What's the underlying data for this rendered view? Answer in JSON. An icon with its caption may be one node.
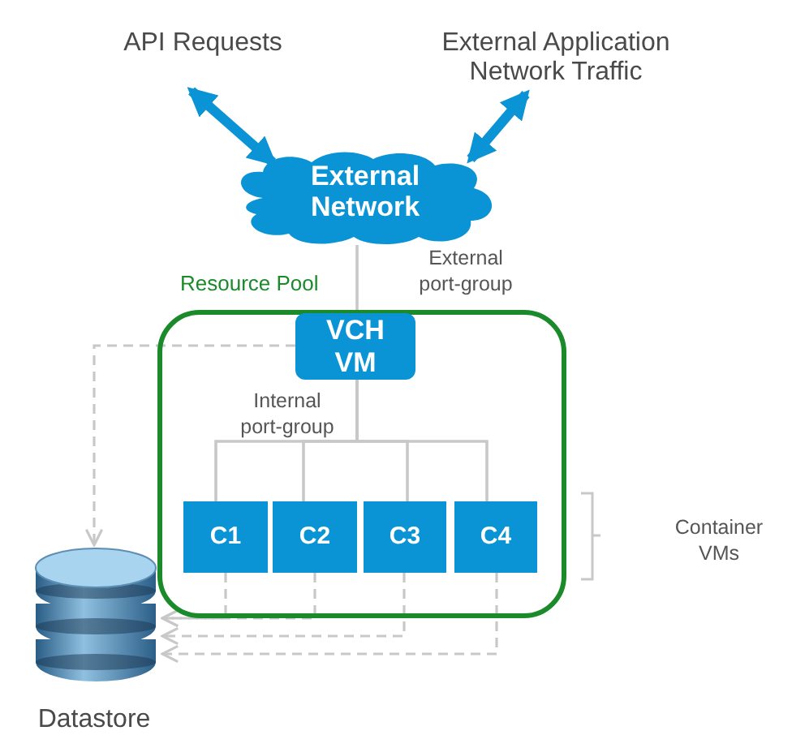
{
  "diagram": {
    "nodes": [
      {
        "text": [
          "API Requests"
        ]
      },
      {
        "text": [
          "External Application Network Traffic"
        ]
      },
      {
        "text": [
          "External Network"
        ]
      },
      {
        "text": [
          "Resource Pool"
        ]
      },
      {
        "text": [
          "VCH VM"
        ],
        "in": 3
      },
      {
        "text": [
          "C1"
        ],
        "in": 3
      },
      {
        "text": [
          "C2"
        ],
        "in": 3
      },
      {
        "text": [
          "C3"
        ],
        "in": 3
      },
      {
        "text": [
          "C4"
        ],
        "in": 3
      },
      {
        "text": [
          "Datastore"
        ]
      }
    ],
    "edges": [
      {
        "from": 0,
        "to": 2,
        "arrow": "both",
        "style": "thick",
        "color": "#0a94d6"
      },
      {
        "from": 1,
        "to": 2,
        "arrow": "both",
        "style": "thick",
        "color": "#0a94d6"
      },
      {
        "from": 2,
        "to": 4,
        "arrow": "none"
      },
      {
        "from": 4,
        "to": 5,
        "arrow": "none"
      },
      {
        "from": 4,
        "to": 6,
        "arrow": "none"
      },
      {
        "from": 4,
        "to": 7,
        "arrow": "none"
      },
      {
        "from": 4,
        "to": 8,
        "arrow": "none"
      },
      {
        "from": 4,
        "to": 9,
        "arrow": "to",
        "style": "dashed"
      },
      {
        "from": 5,
        "to": 9,
        "arrow": "to",
        "style": "dashed"
      },
      {
        "from": 6,
        "to": 9,
        "arrow": "to",
        "style": "dashed"
      },
      {
        "from": 7,
        "to": 9,
        "arrow": "to",
        "style": "dashed"
      },
      {
        "from": 8,
        "to": 9,
        "arrow": "to",
        "style": "dashed"
      }
    ],
    "labels": [
      "External port-group",
      "Internal port-group",
      "Container VMs"
    ]
  }
}
